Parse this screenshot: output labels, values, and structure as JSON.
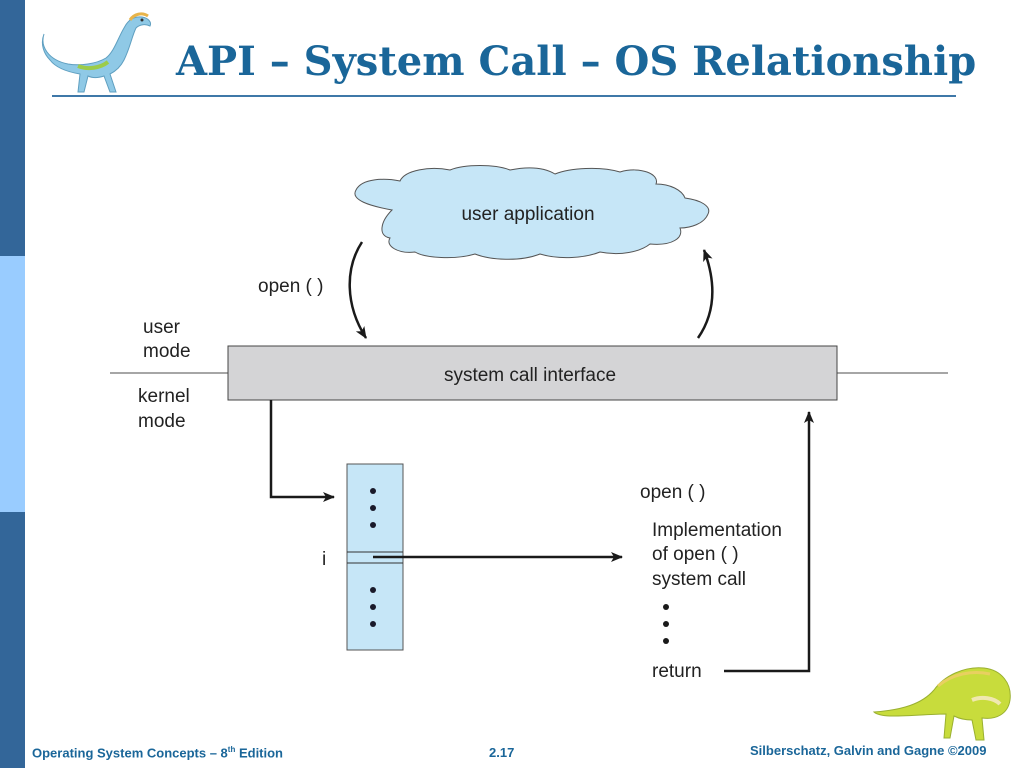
{
  "slide": {
    "title": "API – System Call – OS Relationship",
    "colors": {
      "title": "#1a6699",
      "sidebar_dark": "#336699",
      "sidebar_light": "#99ccff",
      "cloud_fill": "#c6e6f7",
      "interface_fill": "#d4d4d6",
      "table_fill": "#c6e6f7"
    },
    "icons": {
      "top_logo": "dinosaur-icon",
      "bottom_logo": "dinosaur-icon"
    }
  },
  "diagram": {
    "user_application": "user application",
    "open_call": "open ( )",
    "user_mode_line1": "user",
    "user_mode_line2": "mode",
    "kernel_mode_line1": "kernel",
    "kernel_mode_line2": "mode",
    "system_call_interface": "system call interface",
    "index_label": "i",
    "impl_title": "open ( )",
    "impl_line1": "Implementation",
    "impl_line2": "of open ( )",
    "impl_line3": "system call",
    "return_label": "return"
  },
  "footer": {
    "left_prefix": "Operating System Concepts – 8",
    "left_sup": "th",
    "left_suffix": " Edition",
    "page": "2.17",
    "right": "Silberschatz, Galvin and Gagne ©2009"
  }
}
